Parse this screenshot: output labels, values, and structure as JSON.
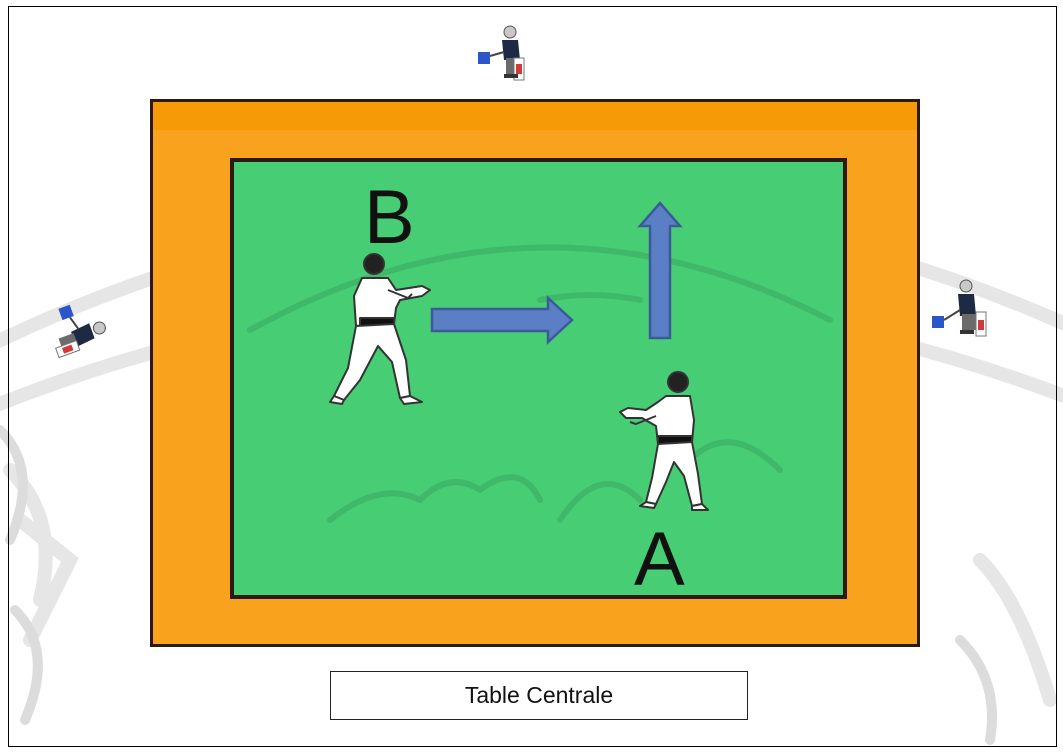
{
  "diagram": {
    "label_b": "B",
    "label_a": "A",
    "table_label": "Table Centrale"
  },
  "colors": {
    "mat_outer": "#f9a21e",
    "mat_inner": "#47cd74",
    "arrow_fill": "#5b7fc4",
    "arrow_stroke": "#3c5a9a",
    "border": "#2a1a12"
  },
  "icons": {
    "fighter_b": "karateka-b-icon",
    "fighter_a": "karateka-a-icon",
    "judges": [
      "judge-top-icon",
      "judge-left-icon",
      "judge-right-icon"
    ],
    "arrows": [
      "arrow-right-icon",
      "arrow-up-icon"
    ]
  }
}
